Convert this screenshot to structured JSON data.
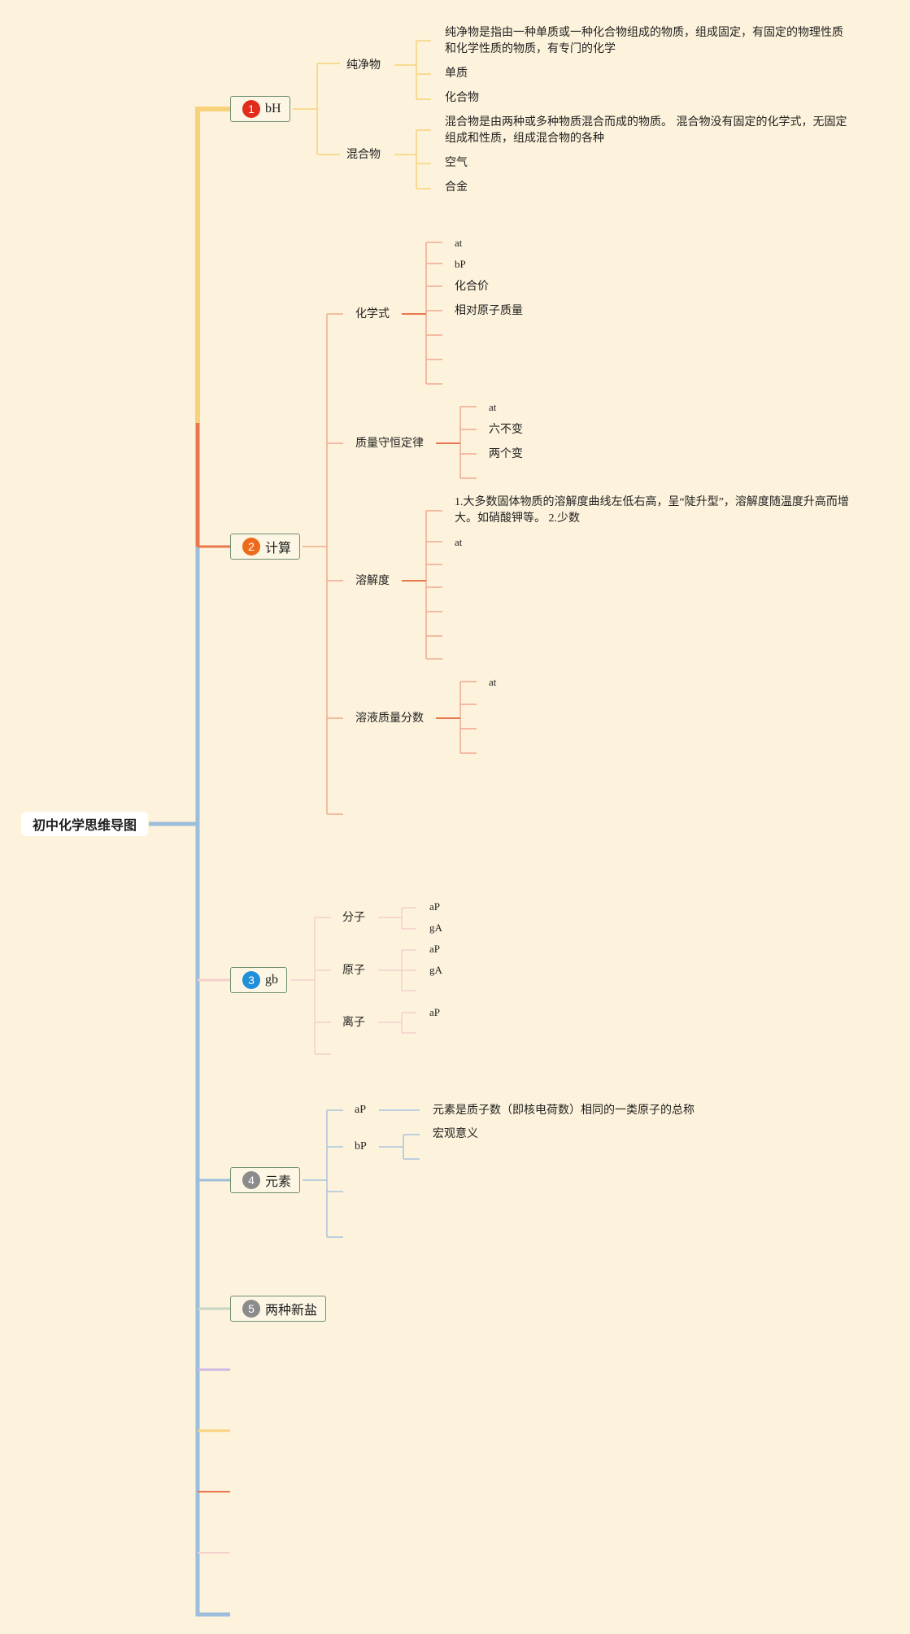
{
  "root": {
    "label": "初中化学思维导图"
  },
  "colors": {
    "trunk": "#9dbddc",
    "yellow": "#f7d27a",
    "orange": "#e9774e",
    "salmon": "#f0a98f",
    "pink": "#f4cfcc",
    "blue": "#a9c3e0",
    "sage": "#c7d6c4",
    "lilac": "#cdb7e4",
    "badge_red": "#e12c1c",
    "badge_orange": "#ec6b1a",
    "badge_blue": "#1e8fd8",
    "badge_gray": "#8b8b8b"
  },
  "branches": [
    {
      "number": "1",
      "label": "bH",
      "children": [
        {
          "label": "纯净物",
          "items": [
            "纯净物是指由一种单质或一种化合物组成的物质，组成固定，有固定的物理性质和化学性质的物质，有专门的化学",
            "单质",
            "化合物"
          ]
        },
        {
          "label": "混合物",
          "items": [
            "混合物是由两种或多种物质混合而成的物质。 混合物没有固定的化学式，无固定组成和性质，组成混合物的各种",
            "空气",
            "合金"
          ]
        }
      ]
    },
    {
      "number": "2",
      "label": "计算",
      "children": [
        {
          "label": "化学式",
          "items": [
            "at",
            "bP",
            "化合价",
            "相对原子质量"
          ]
        },
        {
          "label": "质量守恒定律",
          "items": [
            "at",
            "六不变",
            "两个变"
          ]
        },
        {
          "label": "溶解度",
          "items": [
            "1.大多数固体物质的溶解度曲线左低右高，呈“陡升型”，溶解度随温度升高而增大。如硝酸钾等。 2.少数",
            "at"
          ]
        },
        {
          "label": "溶液质量分数",
          "items": [
            "at"
          ]
        }
      ]
    },
    {
      "number": "3",
      "label": "gb",
      "children": [
        {
          "label": "分子",
          "items": [
            "aP",
            "gA"
          ]
        },
        {
          "label": "原子",
          "items": [
            "aP",
            "gA"
          ]
        },
        {
          "label": "离子",
          "items": [
            "aP"
          ]
        }
      ]
    },
    {
      "number": "4",
      "label": "元素",
      "children": [
        {
          "label": "aP",
          "items": [
            "元素是质子数（即核电荷数）相同的一类原子的总称"
          ]
        },
        {
          "label": "bP",
          "items": [
            "宏观意义"
          ]
        }
      ]
    },
    {
      "number": "5",
      "label": "两种新盐",
      "children": []
    }
  ]
}
